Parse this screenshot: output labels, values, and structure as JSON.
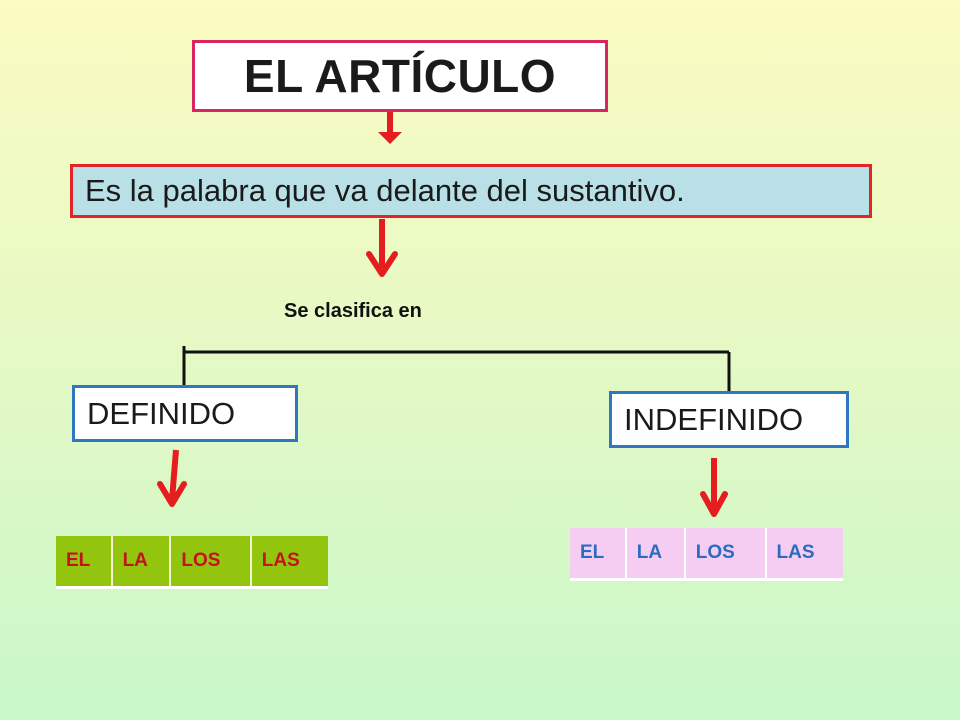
{
  "title": "EL ARTÍCULO",
  "definition": "Es la palabra que va delante del sustantivo.",
  "classification_label": "Se clasifica en",
  "categories": {
    "definido": {
      "label": "DEFINIDO",
      "articles": [
        "EL",
        "LA",
        "LOS",
        "LAS"
      ],
      "cell_color": "#93c50f",
      "text_color": "#c0141a"
    },
    "indefinido": {
      "label": "INDEFINIDO",
      "articles": [
        "EL",
        "LA",
        "LOS",
        "LAS"
      ],
      "cell_color": "#f5cdf2",
      "text_color": "#2c6cc0"
    }
  },
  "colors": {
    "title_border": "#d8265f",
    "definition_border": "#e1262a",
    "definition_fill": "#b8e0e6",
    "category_border": "#2f76c3",
    "arrow": "#e41e1e"
  }
}
